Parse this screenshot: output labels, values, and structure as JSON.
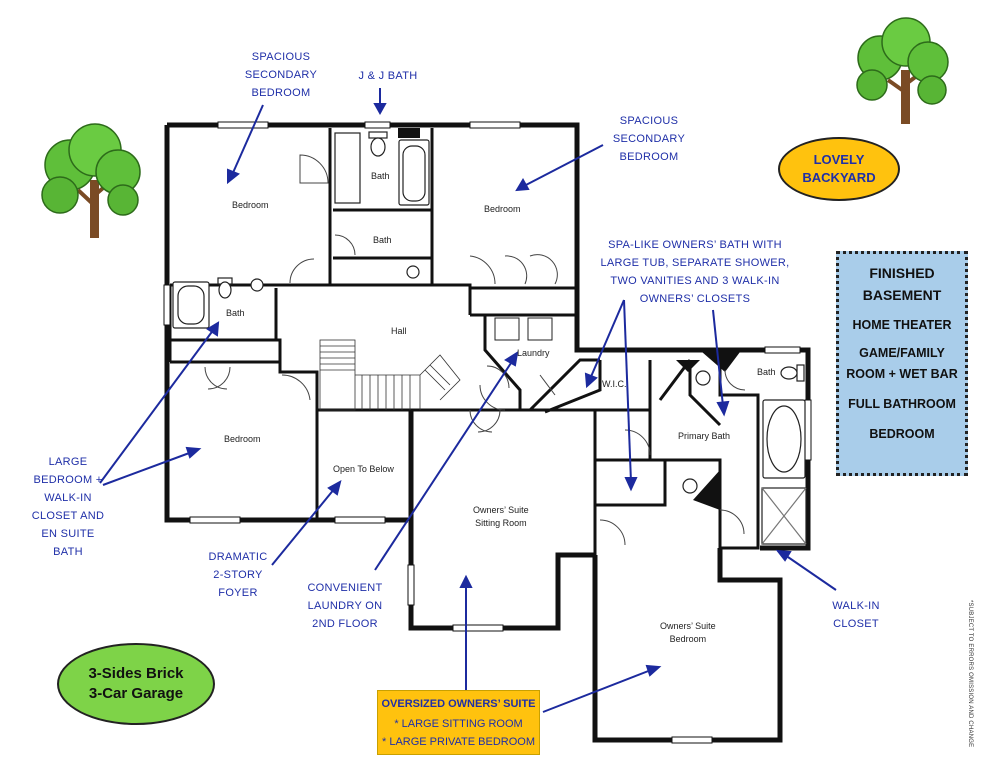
{
  "rooms": {
    "bedroom_nw": "Bedroom",
    "bedroom_n": "Bedroom",
    "bedroom_w": "Bedroom",
    "bath_jj_top": "Bath",
    "bath_jj_mid": "Bath",
    "bath_west": "Bath",
    "hall": "Hall",
    "laundry": "Laundry",
    "wic": "W.I.C.",
    "bath_primary_small": "Bath",
    "primary_bath": "Primary Bath",
    "open_to_below": "Open To Below",
    "sitting_room": [
      "Owners’ Suite",
      "Sitting Room"
    ],
    "suite_bedroom": [
      "Owners’ Suite",
      "Bedroom"
    ]
  },
  "callouts": {
    "spacious_1": [
      "SPACIOUS",
      "SECONDARY",
      "BEDROOM"
    ],
    "jj_bath": [
      "J & J BATH"
    ],
    "spacious_2": [
      "SPACIOUS",
      "SECONDARY",
      "BEDROOM"
    ],
    "spa_bath": [
      "SPA-LIKE OWNERS’ BATH WITH",
      "LARGE TUB, SEPARATE SHOWER,",
      "TWO VANITIES AND 3 WALK-IN",
      "OWNERS’ CLOSETS"
    ],
    "large_bedroom": [
      "LARGE",
      "BEDROOM +",
      "WALK-IN",
      "CLOSET AND",
      "EN SUITE",
      "BATH"
    ],
    "foyer": [
      "DRAMATIC",
      "2-STORY",
      "FOYER"
    ],
    "laundry": [
      "CONVENIENT",
      "LAUNDRY ON",
      "2ND FLOOR"
    ],
    "walkin": [
      "WALK-IN",
      "CLOSET"
    ]
  },
  "badges": {
    "backyard": [
      "LOVELY",
      "BACKYARD"
    ],
    "brick": [
      "3-Sides Brick",
      "3-Car Garage"
    ]
  },
  "basement": {
    "title": [
      "FINISHED",
      "BASEMENT"
    ],
    "items": [
      "HOME THEATER",
      "GAME/FAMILY",
      "ROOM + WET BAR",
      "FULL BATHROOM",
      "BEDROOM"
    ]
  },
  "suite_box": {
    "title": "OVERSIZED OWNERS’ SUITE",
    "items": [
      "* LARGE SITTING ROOM",
      "* LARGE PRIVATE BEDROOM"
    ]
  },
  "disclaimer": "*SUBJECT TO ERRORS OMISSION AND CHANGE",
  "colors": {
    "callout_text": "#1f2fa8",
    "arrow": "#1c2a9e",
    "backyard_fill": "#ffc20e",
    "brick_fill": "#7ed348",
    "basement_fill": "#a9cdea",
    "suite_fill": "#ffc20e",
    "tree_leaf": "#5fbf3a",
    "tree_trunk": "#7a4b25"
  },
  "icons": [
    "tree-icon",
    "bathtub-icon",
    "toilet-icon",
    "sink-icon",
    "door-swing-icon",
    "staircase-icon"
  ]
}
